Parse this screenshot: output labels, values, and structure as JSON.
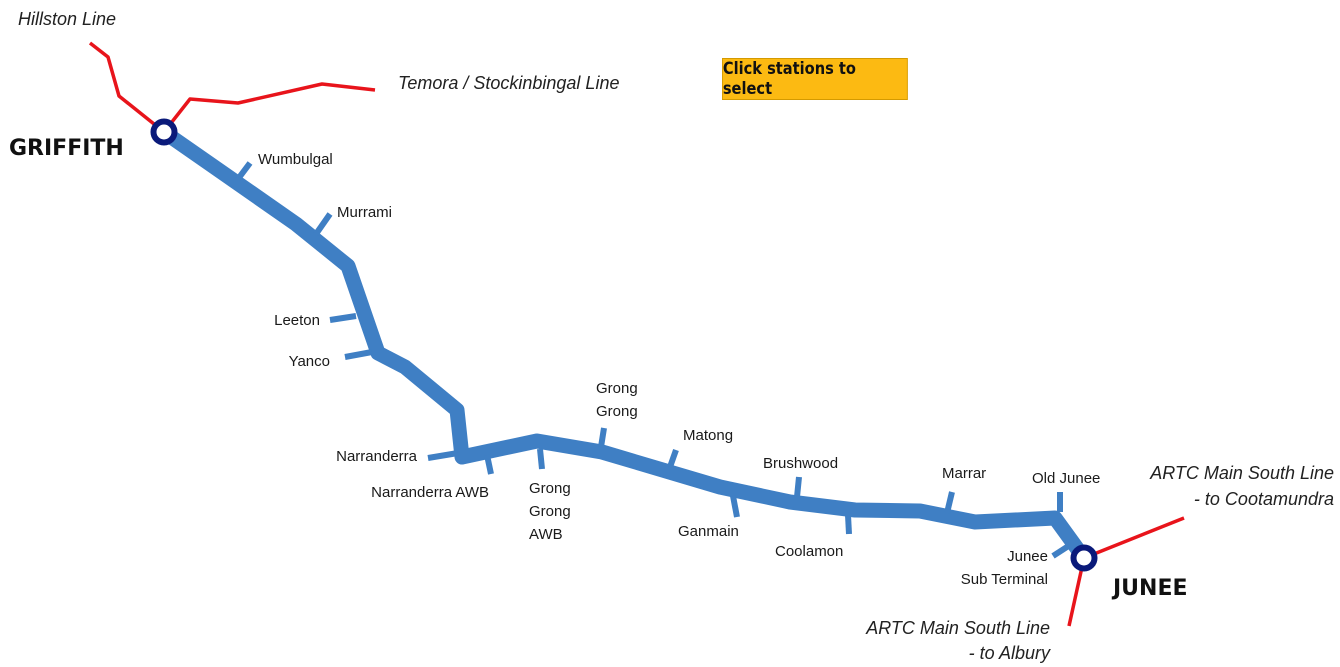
{
  "button": {
    "select_label": "Click stations to select"
  },
  "external_lines": {
    "hillston": "Hillston Line",
    "temora": "Temora / Stockinbingal Line",
    "cootamundra": [
      "ARTC Main South Line",
      "- to Cootamundra"
    ],
    "albury": [
      "ARTC Main South Line",
      "- to Albury"
    ]
  },
  "terminals": {
    "griffith": "GRIFFITH",
    "junee": "JUNEE"
  },
  "stations": {
    "wumbulgal": "Wumbulgal",
    "murrami": "Murrami",
    "leeton": "Leeton",
    "yanco": "Yanco",
    "narranderra": "Narranderra",
    "narranderra_awb": "Narranderra AWB",
    "grong_grong": [
      "Grong",
      "Grong"
    ],
    "grong_grong_awb": [
      "Grong",
      "Grong",
      "AWB"
    ],
    "matong": "Matong",
    "ganmain": "Ganmain",
    "brushwood": "Brushwood",
    "coolamon": "Coolamon",
    "marrar": "Marrar",
    "old_junee": "Old Junee",
    "junee_sub_terminal": [
      "Junee",
      "Sub Terminal"
    ]
  },
  "colors": {
    "main_line": "#3f7fc4",
    "external_line": "#e8141b",
    "terminal_ring": "#0a1a7a",
    "button_bg": "#fcba12"
  }
}
